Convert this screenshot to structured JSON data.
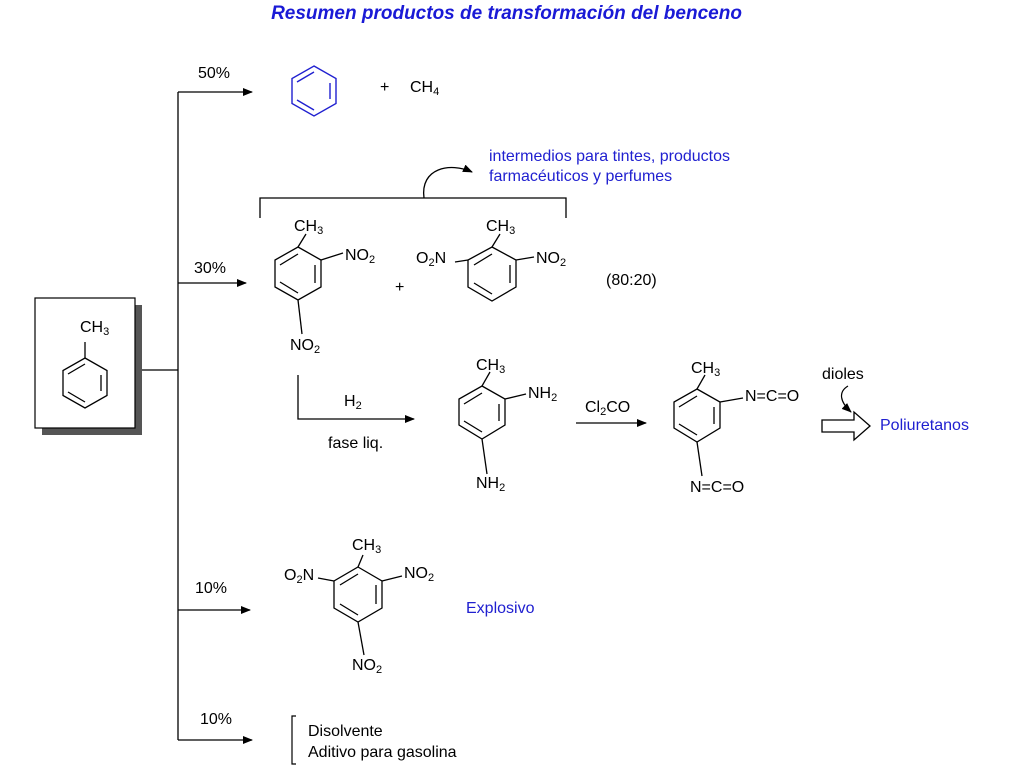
{
  "title": "Resumen productos de transformación del benceno",
  "branches": {
    "b1": {
      "percent": "50%",
      "plus": "+",
      "product_ch4": "CH",
      "ch4_sub": "4"
    },
    "b2": {
      "percent": "30%",
      "plus": "+",
      "ratio": "(80:20)",
      "uses_line1": "intermedios para tintes, productos",
      "uses_line2": "farmacéuticos y perfumes"
    },
    "b3": {
      "percent": "10%",
      "use": "Explosivo"
    },
    "b4": {
      "percent": "10%",
      "use1": "Disolvente",
      "use2": "Aditivo para gasolina"
    }
  },
  "groups": {
    "ch": "CH",
    "ch_sub": "3",
    "no": "NO",
    "no_sub": "2",
    "o2n_pre": "O",
    "o2n_sub": "2",
    "o2n_post": "N",
    "nh": "NH",
    "nh_sub": "2",
    "nco": "N=C=O"
  },
  "reactions": {
    "hydrogenation_reagent": "H",
    "hydrogenation_reagent_sub": "2",
    "hydrogenation_conditions": "fase liq.",
    "phosgene_pre": "Cl",
    "phosgene_sub": "2",
    "phosgene_post": "CO",
    "diol_reagent": "dioles",
    "final_product": "Poliuretanos"
  },
  "colors": {
    "title": "#1a1ad6",
    "blue_text": "#2020d0",
    "benzene": "#2020d0"
  }
}
